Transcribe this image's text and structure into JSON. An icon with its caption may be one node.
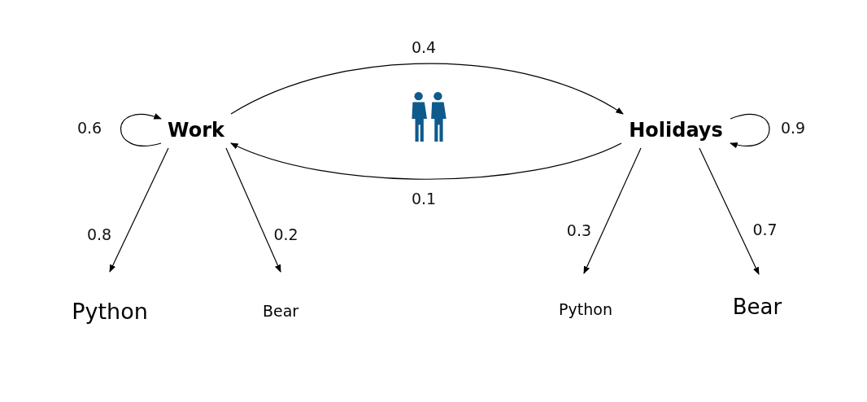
{
  "diagram": {
    "nodes": [
      {
        "text": [
          "Work"
        ]
      },
      {
        "text": [
          "Holidays"
        ]
      },
      {
        "text": [
          "Python"
        ]
      },
      {
        "text": [
          "Bear"
        ]
      },
      {
        "text": [
          "Python"
        ]
      },
      {
        "text": [
          "Bear"
        ]
      }
    ],
    "edges": [
      {
        "from": 0,
        "to": 1,
        "arrow": "to",
        "label": "0.4"
      },
      {
        "from": 1,
        "to": 0,
        "arrow": "to",
        "label": "0.1"
      },
      {
        "from": 0,
        "to": 0,
        "arrow": "to",
        "label": "0.6"
      },
      {
        "from": 1,
        "to": 1,
        "arrow": "to",
        "label": "0.9"
      },
      {
        "from": 0,
        "to": 2,
        "arrow": "to",
        "label": "0.8"
      },
      {
        "from": 0,
        "to": 3,
        "arrow": "to",
        "label": "0.2"
      },
      {
        "from": 1,
        "to": 4,
        "arrow": "to",
        "label": "0.3"
      },
      {
        "from": 1,
        "to": 5,
        "arrow": "to",
        "label": "0.7"
      }
    ]
  }
}
